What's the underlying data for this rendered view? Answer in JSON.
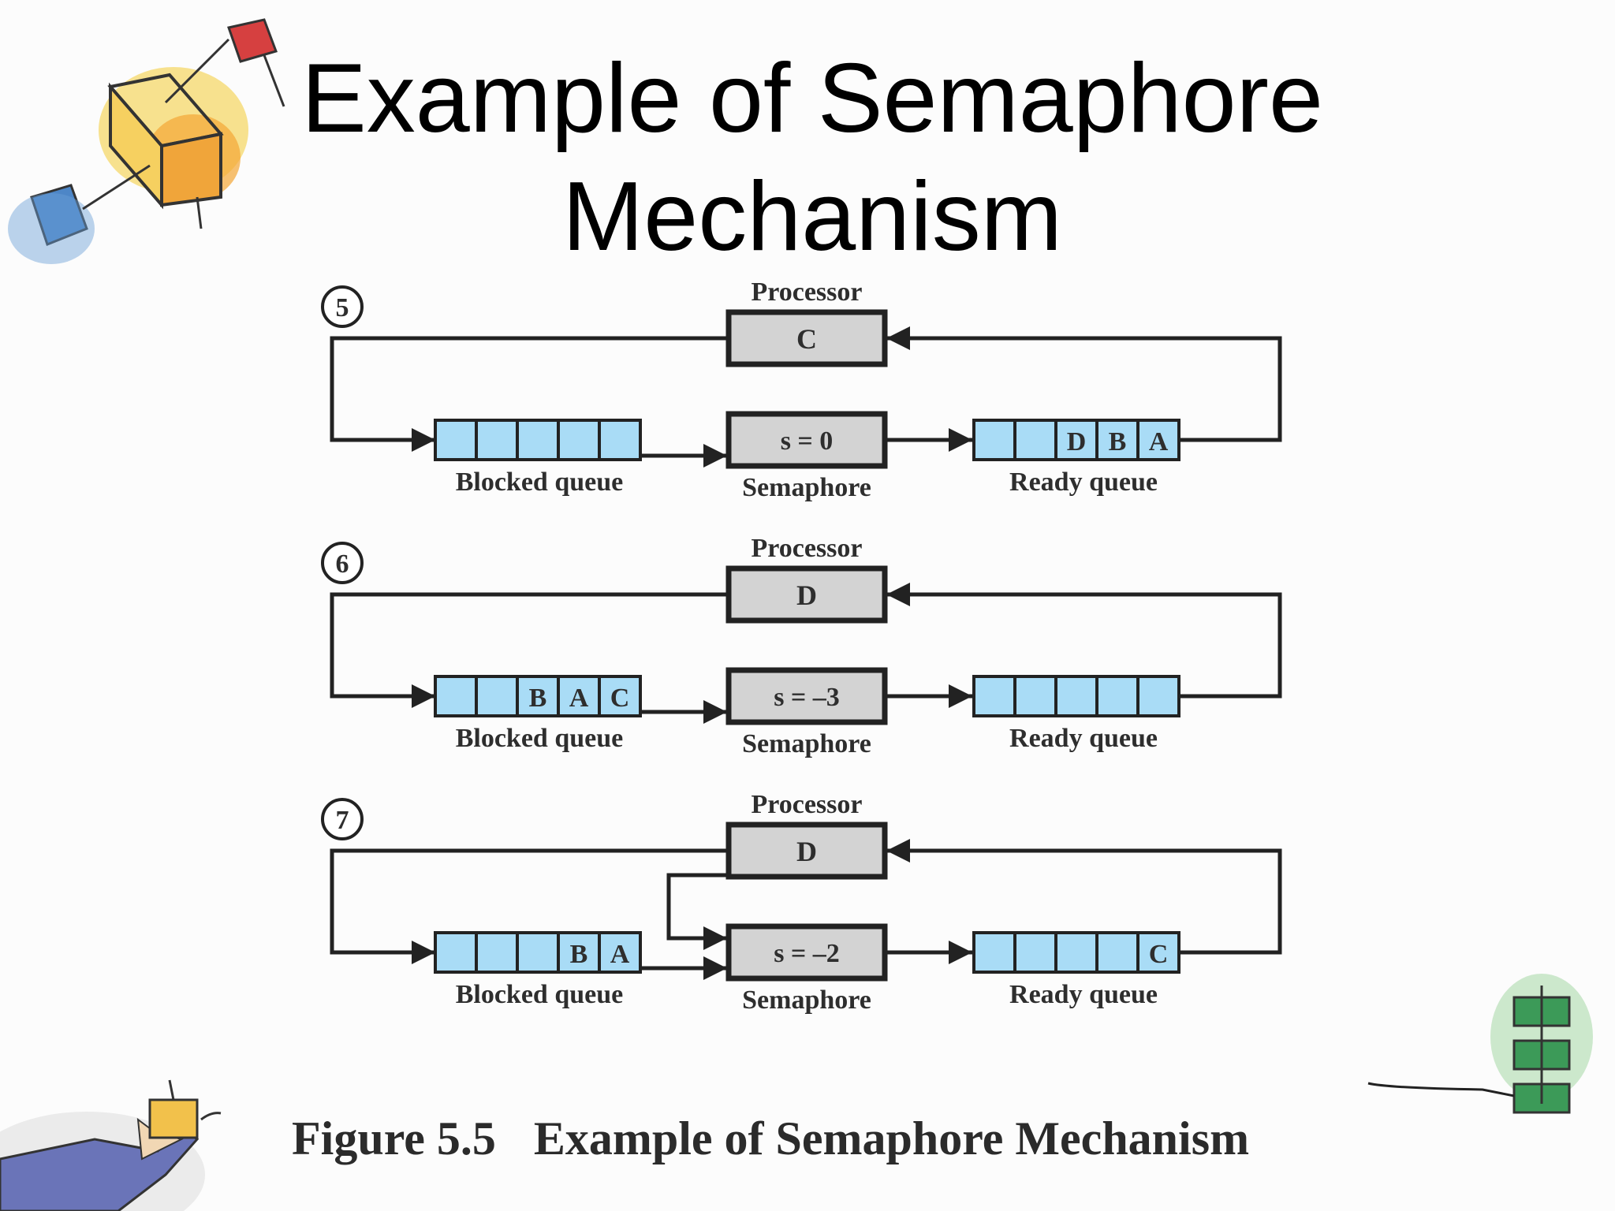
{
  "title": {
    "line1": "Example of Semaphore",
    "line2": "Mechanism"
  },
  "caption": {
    "number": "Figure 5.5",
    "text": "Example of Semaphore Mechanism"
  },
  "colors": {
    "queue_cell": "#a9dcf6",
    "box_fill": "#d3d3d3",
    "line": "#222222"
  },
  "labels": {
    "processor": "Processor",
    "semaphore": "Semaphore",
    "blocked_queue": "Blocked queue",
    "ready_queue": "Ready queue"
  },
  "steps": [
    {
      "step": "5",
      "processor": "C",
      "semaphore": "s = 0",
      "blocked": [
        "",
        "",
        "",
        "",
        ""
      ],
      "ready": [
        "",
        "",
        "D",
        "B",
        "A"
      ]
    },
    {
      "step": "6",
      "processor": "D",
      "semaphore": "s = –3",
      "blocked": [
        "",
        "",
        "B",
        "A",
        "C"
      ],
      "ready": [
        "",
        "",
        "",
        "",
        ""
      ]
    },
    {
      "step": "7",
      "processor": "D",
      "semaphore": "s = –2",
      "blocked": [
        "",
        "",
        "",
        "B",
        "A"
      ],
      "ready": [
        "",
        "",
        "",
        "",
        "C"
      ]
    }
  ],
  "decorations": [
    "cube-network-illustration",
    "hand-holding-box-illustration",
    "stacked-boxes-illustration"
  ]
}
